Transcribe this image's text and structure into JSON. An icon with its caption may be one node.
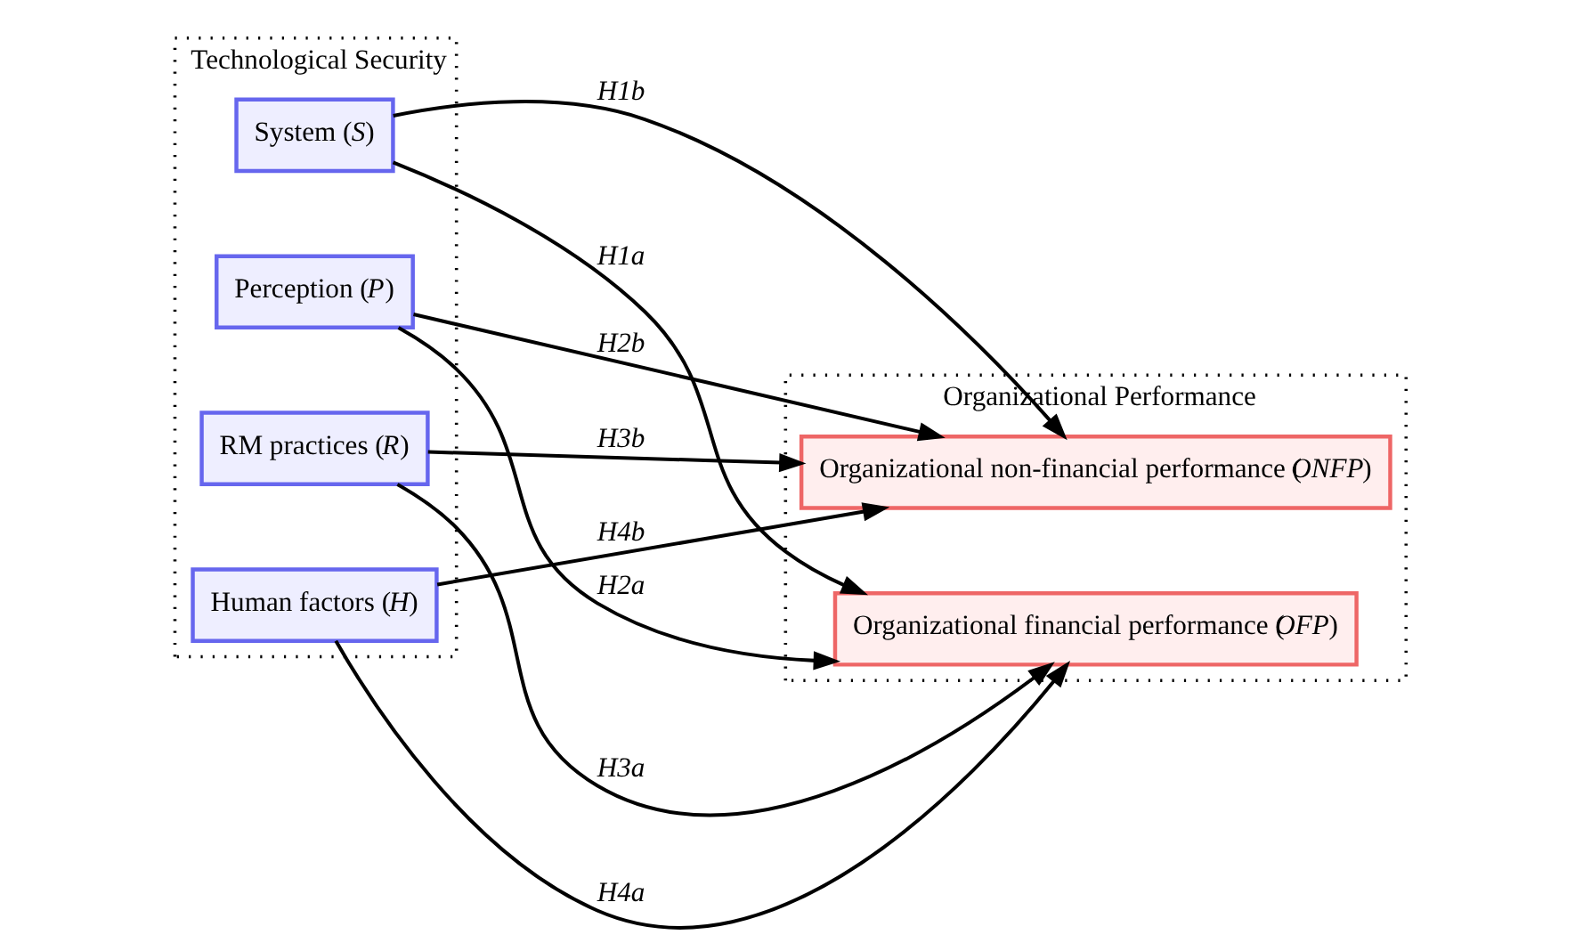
{
  "diagram": {
    "nodes": [
      {
        "text": [
          "Technological Security"
        ]
      },
      {
        "text": [
          "System (*S*)"
        ],
        "in": 0
      },
      {
        "text": [
          "Perception (*P*)"
        ],
        "in": 0
      },
      {
        "text": [
          "RM practices (*R*)"
        ],
        "in": 0
      },
      {
        "text": [
          "Human factors (*H*)"
        ],
        "in": 0
      },
      {
        "text": [
          "Organizational Performance"
        ]
      },
      {
        "text": [
          "Organizational financial performance (*OFP*)"
        ],
        "in": 5
      },
      {
        "text": [
          "Organizational non-financial performance (*ONFP*)"
        ],
        "in": 5
      }
    ],
    "edges": [
      {
        "from": 1,
        "to": 6,
        "arrow": "to",
        "label": "H1a"
      },
      {
        "from": 1,
        "to": 7,
        "arrow": "to",
        "label": "H1b"
      },
      {
        "from": 2,
        "to": 6,
        "arrow": "to",
        "label": "H2a"
      },
      {
        "from": 2,
        "to": 7,
        "arrow": "to",
        "label": "H2b"
      },
      {
        "from": 3,
        "to": 6,
        "arrow": "to",
        "label": "H3a"
      },
      {
        "from": 3,
        "to": 7,
        "arrow": "to",
        "label": "H3b"
      },
      {
        "from": 4,
        "to": 6,
        "arrow": "to",
        "label": "H4a"
      },
      {
        "from": 4,
        "to": 7,
        "arrow": "to",
        "label": "H4b"
      }
    ]
  }
}
